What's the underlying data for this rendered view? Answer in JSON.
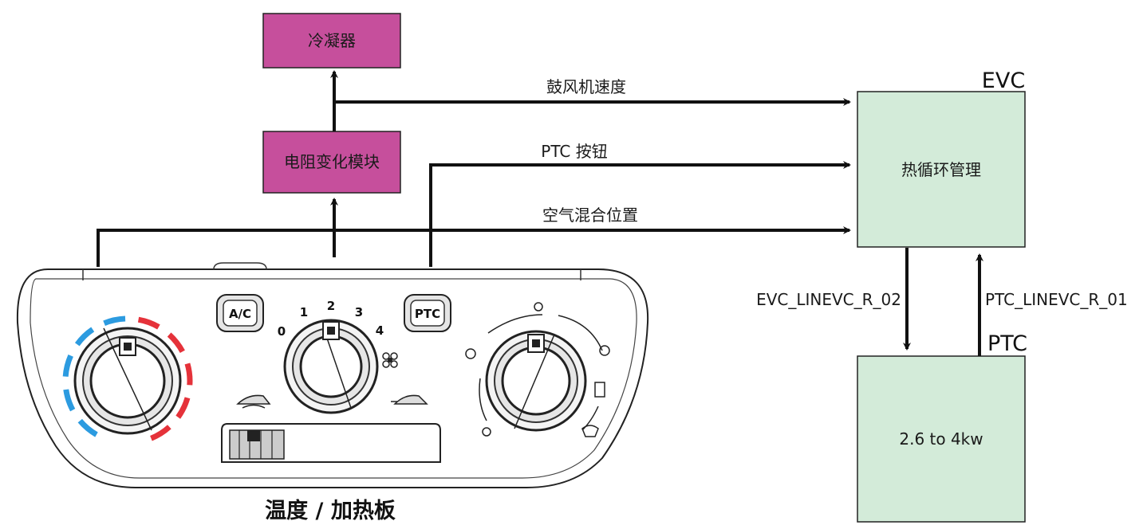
{
  "boxes": {
    "condenser": "冷凝器",
    "resistor_module": "电阻变化模块",
    "thermal_management": "热循环管理",
    "ptc_heater": "2.6 to 4kw"
  },
  "labels": {
    "blower_speed": "鼓风机速度",
    "ptc_button": "PTC 按钮",
    "air_mix_position": "空气混合位置",
    "evc_line": "EVC_LINEVC_R_02",
    "ptc_line": "PTC_LINEVC_R_01",
    "evc": "EVC",
    "ptc": "PTC",
    "caption": "温度 / 加热板"
  },
  "panel": {
    "ac_button": "A/C",
    "ptc_button": "PTC",
    "fan_speeds": [
      "0",
      "1",
      "2",
      "3",
      "4"
    ]
  },
  "colors": {
    "magenta_box": "#c64f9c",
    "green_box": "#d3ebd9",
    "hot": "#e5323a",
    "cold": "#2c9be0"
  }
}
